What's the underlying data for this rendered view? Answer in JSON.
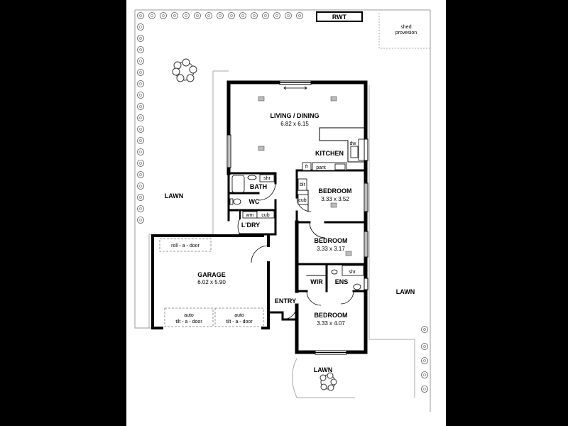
{
  "plan": {
    "rwt": "RWT",
    "shed_line1": "shed",
    "shed_line2": "provesion",
    "lawn_west": "LAWN",
    "lawn_east": "LAWN",
    "lawn_south": "LAWN",
    "living_name": "LIVING / DINING",
    "living_dims": "6.82 x 6.15",
    "kitchen": "KITCHEN",
    "dw": "dw",
    "fr": "fr",
    "pant": "pant",
    "bath": "BATH",
    "shr_bath": "shr",
    "wc": "WC",
    "wm": "wm",
    "cub_laundry": "cub",
    "laundry": "L'DRY",
    "bed1_name": "BEDROOM",
    "bed1_dims": "3.33 x 3.52",
    "blr": "blr",
    "cub_bed1": "cub",
    "bed2_name": "BEDROOM",
    "bed2_dims": "3.33 x 3.17",
    "wir": "WIR",
    "ens": "ENS",
    "shr_ens": "shr",
    "bed3_name": "BEDROOM",
    "bed3_dims": "3.33 x 4.07",
    "entry": "ENTRY",
    "garage_name": "GARAGE",
    "garage_dims": "6.02 x 5.90",
    "roll_door": "roll - a - door",
    "auto1_line1": "auto",
    "auto1_line2": "tilt - a - door",
    "auto2_line1": "auto",
    "auto2_line2": "tilt - a - door"
  }
}
